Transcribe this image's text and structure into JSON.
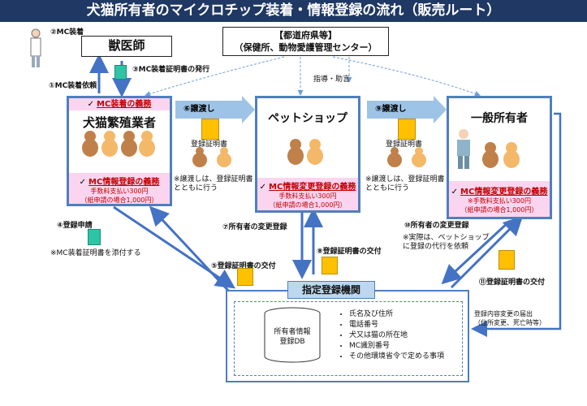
{
  "title": "犬猫所有者のマイクロチップ装着・情報登録の流れ（販売ルート）",
  "vet": {
    "step_label": "②MC装着",
    "name": "獣医師"
  },
  "prefecture": {
    "line1": "【都道府県等】",
    "line2": "（保健所、動物愛護管理センター）",
    "guidance": "指導・助言"
  },
  "steps": {
    "s1": "①MC装着依頼",
    "s3": "③MC装着証明書の発行",
    "s4": "④登録申請",
    "s4_note": "※MC装着証明書を添付する",
    "s5": "⑤登録証明書の交付",
    "s6": "⑥譲渡し",
    "s7": "⑦所有者の変更登録",
    "s8": "⑧登録証明書の交付",
    "s9": "⑨譲渡し",
    "s10": "⑩所有者の変更登録",
    "s10_note1": "※実際は、ペットショップ",
    "s10_note2": "に登録の代行を依頼",
    "s11": "⑪登録証明書の交付"
  },
  "cert_label": "登録証明書",
  "transfer_note1": "※譲渡しは、登録証明書",
  "transfer_note2": "とともに行う",
  "breeder": {
    "duty_top": "MC装着の義務",
    "name": "犬猫繁殖業者",
    "duty_bottom": "MC情報登録の義務",
    "fee1": "手数料支払い300円",
    "fee2": "（紙申請の場合1,000円）"
  },
  "petshop": {
    "name": "ペットショップ",
    "duty_bottom": "MC情報変更登録の義務",
    "fee1": "手数料支払い300円",
    "fee2": "（紙申請の場合1,000円）"
  },
  "owner": {
    "name": "一般所有者",
    "duty_bottom": "MC情報変更登録の義務",
    "fee1": "※手数料支払い300円",
    "fee2": "（紙申請の場合1,000円）",
    "change_note1": "登録内容変更の届出",
    "change_note2": "（住所変更、死亡時等）"
  },
  "registry": {
    "title": "指定登録機関",
    "db_line1": "所有者情報",
    "db_line2": "登録DB",
    "items": [
      "氏名及び住所",
      "電話番号",
      "犬又は猫の所在地",
      "MC識別番号",
      "その他環境省令で定める事項"
    ]
  },
  "check_mark": "✓",
  "colors": {
    "title_bg": "#1f3864",
    "box_border": "#4f7fbf",
    "pink": "#fbd5f0",
    "cert": "#ffc000",
    "teal": "#2ec4a6"
  }
}
